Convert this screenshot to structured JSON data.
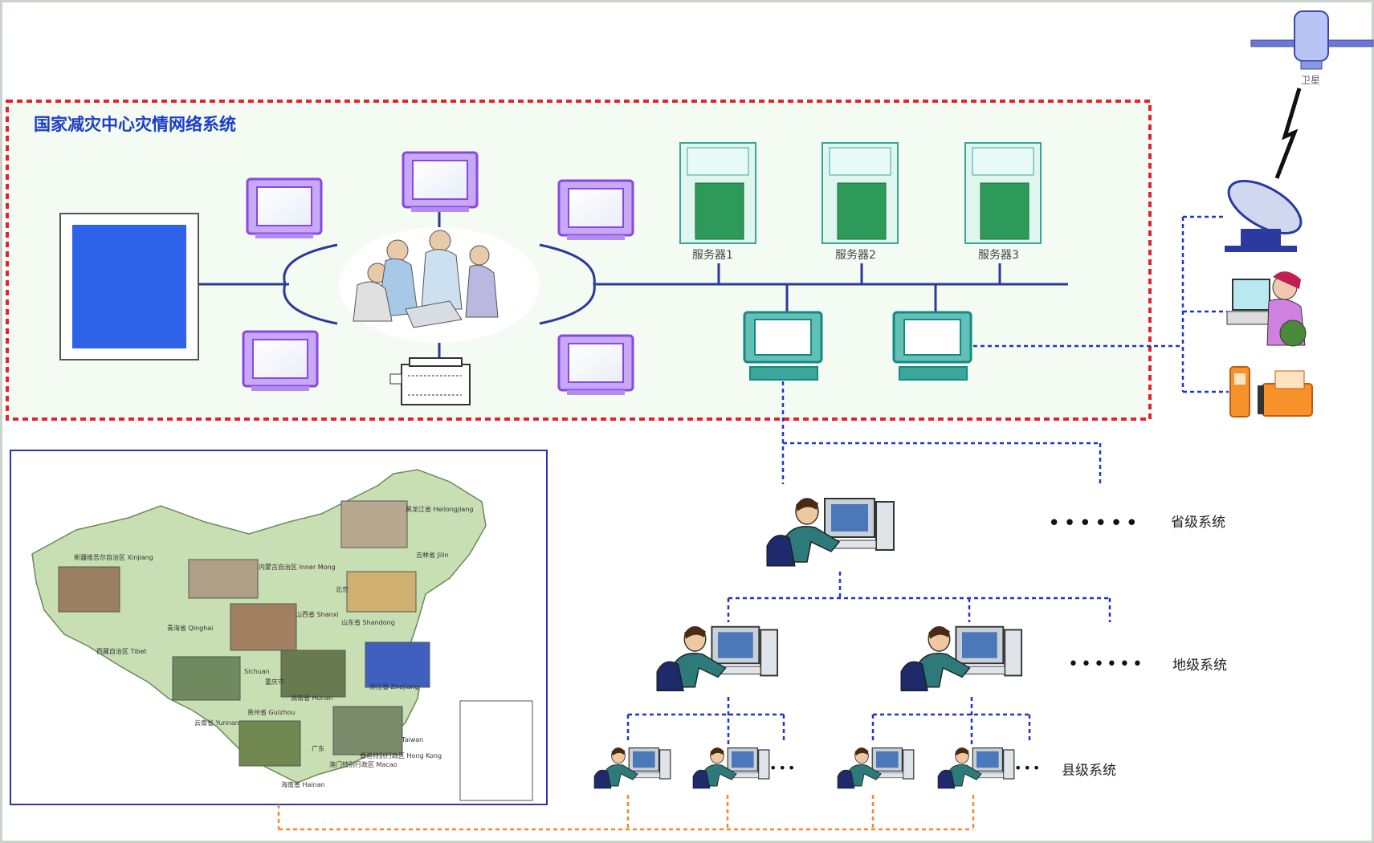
{
  "diagram": {
    "title": "国家减灾中心灾情网络系统",
    "satellite_label": "卫星",
    "servers": [
      "服务器1",
      "服务器2",
      "服务器3"
    ],
    "levels": {
      "provincial": "省级系统",
      "prefectural": "地级系统",
      "county": "县级系统"
    },
    "ellipsis_long": "••••••",
    "ellipsis_short": "•••",
    "map_regions": [
      {
        "name": "黑龙江省 Heilongjiang"
      },
      {
        "name": "吉林省 Jilin"
      },
      {
        "name": "新疆维吾尔自治区 Xinjiang"
      },
      {
        "name": "内蒙古自治区 Inner Mong"
      },
      {
        "name": "北京"
      },
      {
        "name": "青海省 Qinghai"
      },
      {
        "name": "山西省 Shanxi"
      },
      {
        "name": "山东省 Shandong"
      },
      {
        "name": "西藏自治区 Tibet"
      },
      {
        "name": "Sichuan"
      },
      {
        "name": "重庆市"
      },
      {
        "name": "湖南省 Hunan"
      },
      {
        "name": "浙江省 Zhejiang"
      },
      {
        "name": "云南省 Yunnan"
      },
      {
        "name": "贵州省 Guizhou"
      },
      {
        "name": "广东"
      },
      {
        "name": "Taiwan"
      },
      {
        "name": "香港特别行政区 Hong Kong"
      },
      {
        "name": "澳门特别行政区 Macao"
      },
      {
        "name": "海南省 Hainan"
      }
    ]
  },
  "colors": {
    "network_box_border": "#e8202a",
    "network_box_fill": "#f3fbf3",
    "title_blue": "#1c3cc8",
    "bus_line": "#2b3a9a",
    "monitor_purple": "#9b5be6",
    "server_teal": "#3aa596",
    "workstation_teal": "#138a84",
    "dashed_blue": "#2233cc",
    "dashed_orange": "#f08a2a",
    "map_border": "#2d2fb6",
    "map_fill": "#c8dfb3"
  }
}
